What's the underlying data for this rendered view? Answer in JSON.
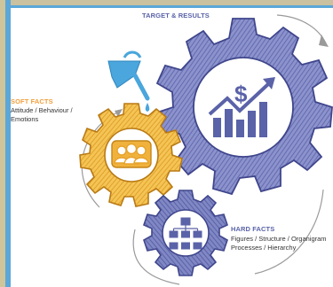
{
  "diagram": {
    "target": {
      "title": "TARGET & RESULTS"
    },
    "soft": {
      "title": "SOFT FACTS",
      "lines": [
        "Attitude / Behaviour /",
        "Emotions"
      ]
    },
    "hard": {
      "title": "HARD FACTS",
      "lines": [
        "Figures / Structure / Organigram",
        "Processes / Hierarchy"
      ]
    },
    "icons": [
      "oil-can-icon",
      "team-icon",
      "revenue-chart-icon",
      "org-chart-icon"
    ],
    "colors": {
      "accent_blue": "#5aa7d8",
      "gear_large": "#6b72b5",
      "gear_soft": "#f0b23c",
      "gear_hard": "#6b72b5",
      "soft_title": "#f0a03c",
      "hard_title": "#5a63a8",
      "target_title": "#5a63a8"
    }
  }
}
